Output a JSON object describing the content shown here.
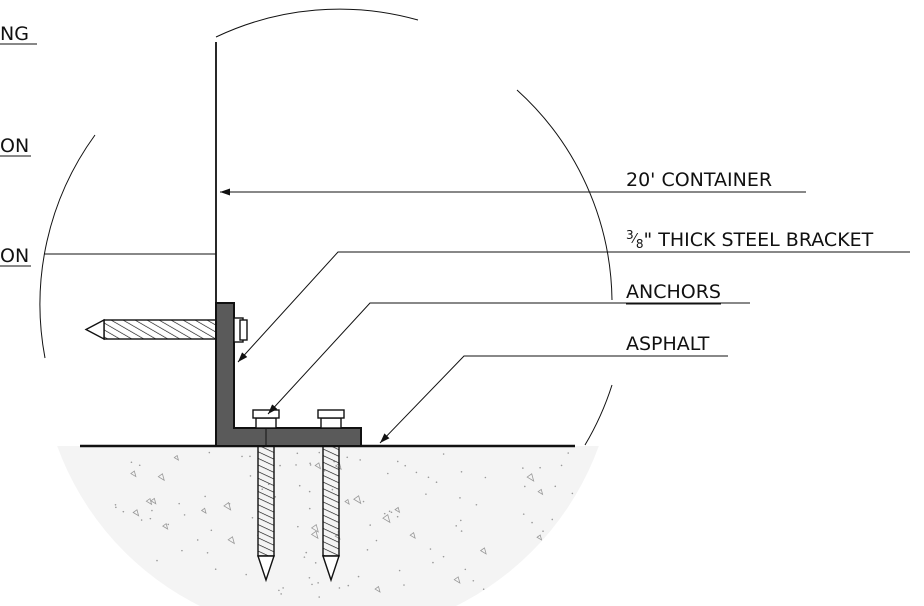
{
  "partial_labels": {
    "top": "NG",
    "middle": "ON",
    "lower": "ON"
  },
  "callouts": [
    {
      "id": "container",
      "text": "20' CONTAINER"
    },
    {
      "id": "bracket",
      "frac_num": "3",
      "frac_den": "8",
      "text": "\" THICK STEEL BRACKET"
    },
    {
      "id": "anchors",
      "text": "ANCHORS"
    },
    {
      "id": "asphalt",
      "text": "ASPHALT"
    }
  ]
}
